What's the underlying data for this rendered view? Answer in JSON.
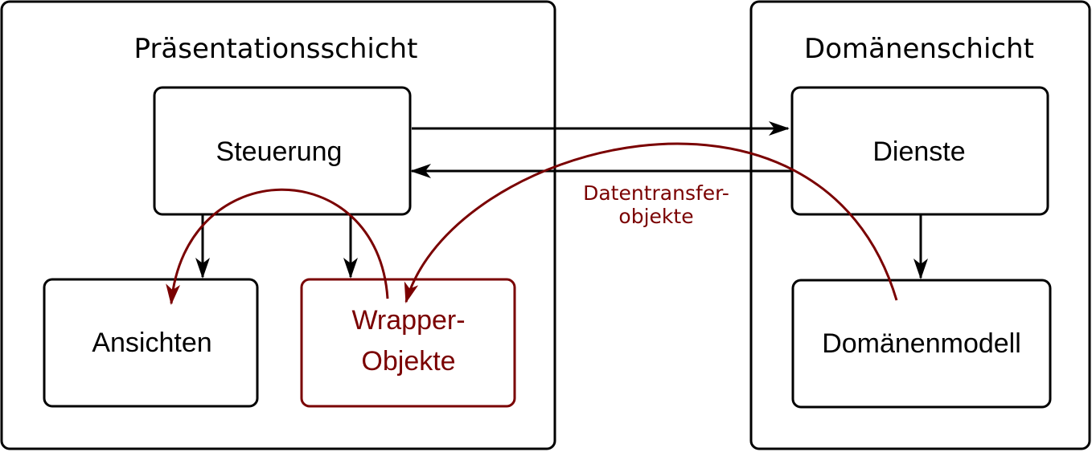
{
  "layers": {
    "presentation": {
      "title": "Präsentationsschicht"
    },
    "domain": {
      "title": "Domänenschicht"
    }
  },
  "components": {
    "steuerung": "Steuerung",
    "ansichten": "Ansichten",
    "wrapper_line1": "Wrapper-",
    "wrapper_line2": "Objekte",
    "dienste": "Dienste",
    "domaenenmodell": "Domänenmodell"
  },
  "labels": {
    "dto_line1": "Datentransfer-",
    "dto_line2": "objekte"
  },
  "colors": {
    "primary": "#000000",
    "accent": "#7a0000",
    "background": "#ffffff"
  }
}
